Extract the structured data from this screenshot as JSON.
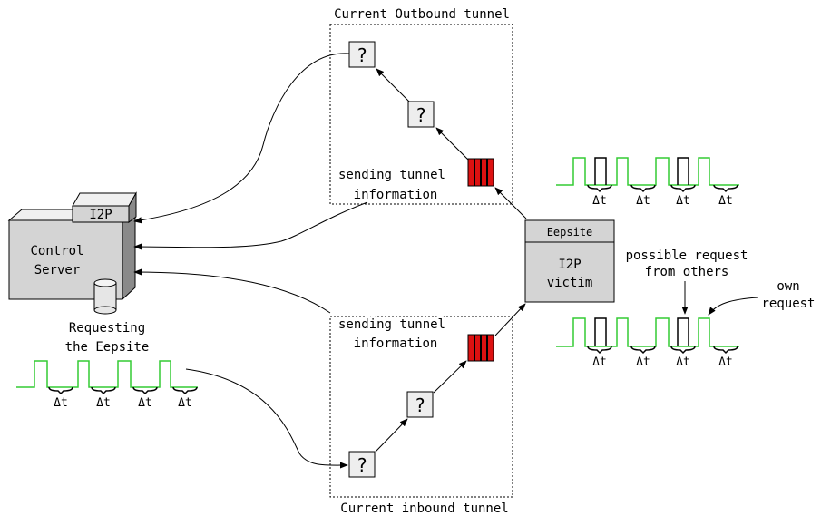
{
  "tunnels": {
    "outbound_label": "Current Outbound tunnel",
    "inbound_label": "Current inbound tunnel"
  },
  "server": {
    "tag": "I2P",
    "line1": "Control",
    "line2": "Server"
  },
  "victim": {
    "top_label": "Eepsite",
    "line1": "I2P",
    "line2": "victim"
  },
  "relay_label": "?",
  "notes": {
    "sending_out_1": "sending tunnel",
    "sending_out_2": "information",
    "sending_in_1": "sending tunnel",
    "sending_in_2": "information",
    "requesting_1": "Requesting",
    "requesting_2": "the Eepsite",
    "possible_1": "possible request",
    "possible_2": "from others",
    "own_1": "own",
    "own_2": "request"
  },
  "delta_label": "Δt",
  "colors": {
    "signal": "#33cc33",
    "buffer": "#dd1111",
    "box_fill": "#d4d4d4",
    "relay_fill": "#eeeeee"
  }
}
